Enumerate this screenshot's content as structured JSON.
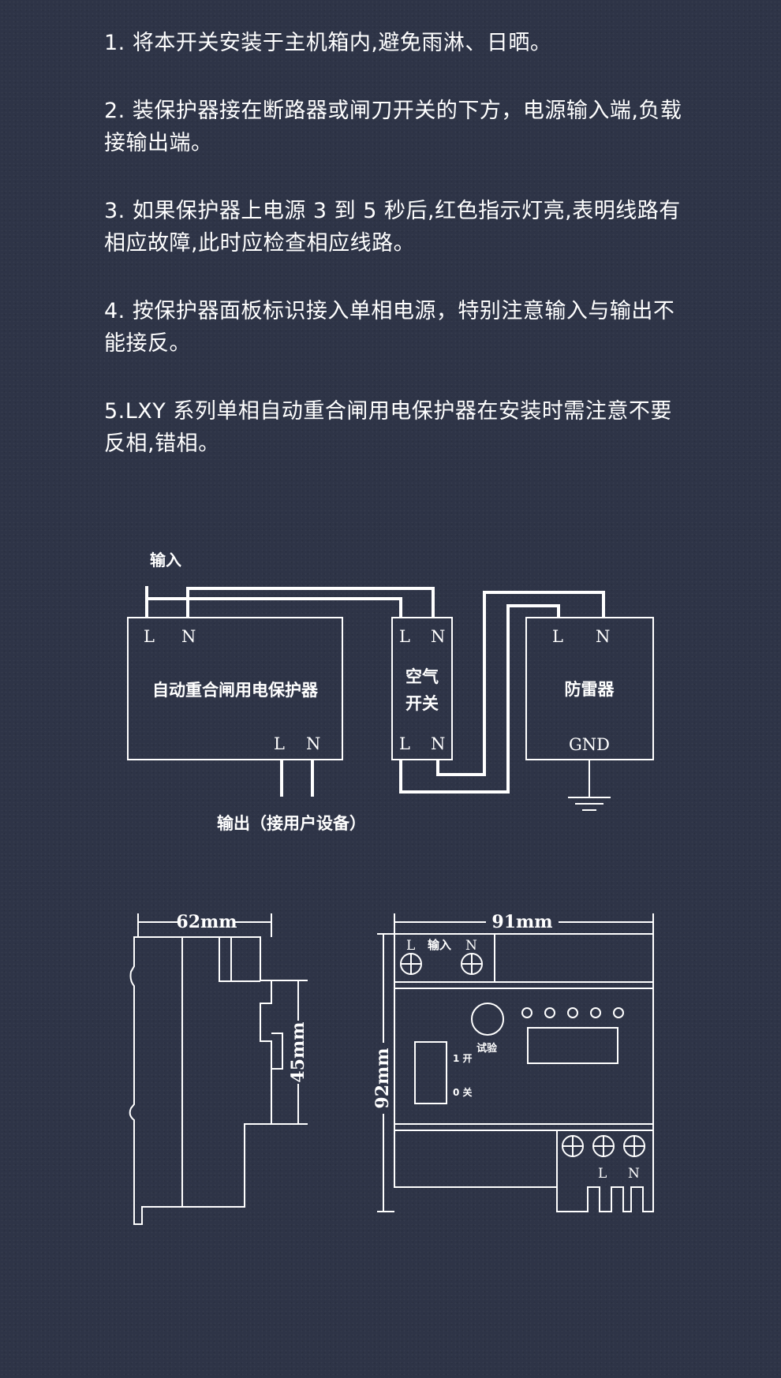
{
  "instructions": [
    "1. 将本开关安装于主机箱内,避免雨淋、日晒。",
    "2. 装保护器接在断路器或闸刀开关的下方，电源输入端,负载接输出端。",
    "3. 如果保护器上电源 3 到 5 秒后,红色指示灯亮,表明线路有相应故障,此时应检查相应线路。",
    "4. 按保护器面板标识接入单相电源，特别注意输入与输出不能接反。",
    "5.LXY 系列单相自动重合闸用电保护器在安装时需注意不要反相,错相。"
  ],
  "wiring": {
    "input_label": "输入",
    "output_label": "输出（接用户设备）",
    "protector": {
      "name": "自动重合闸用电保护器",
      "l": "L",
      "n": "N"
    },
    "air_switch": {
      "name_line1": "空气",
      "name_line2": "开关",
      "l": "L",
      "n": "N"
    },
    "surge": {
      "name": "防雷器",
      "l": "L",
      "n": "N",
      "gnd": "GND"
    }
  },
  "dimensions": {
    "side_width": "62mm",
    "side_height": "45mm",
    "front_width": "91mm",
    "front_height": "92mm",
    "front_input_label": "输入",
    "front_l": "L",
    "front_n": "N",
    "test_label": "试验",
    "on_label": "1 开",
    "off_label": "0 关",
    "out_l": "L",
    "out_n": "N"
  }
}
